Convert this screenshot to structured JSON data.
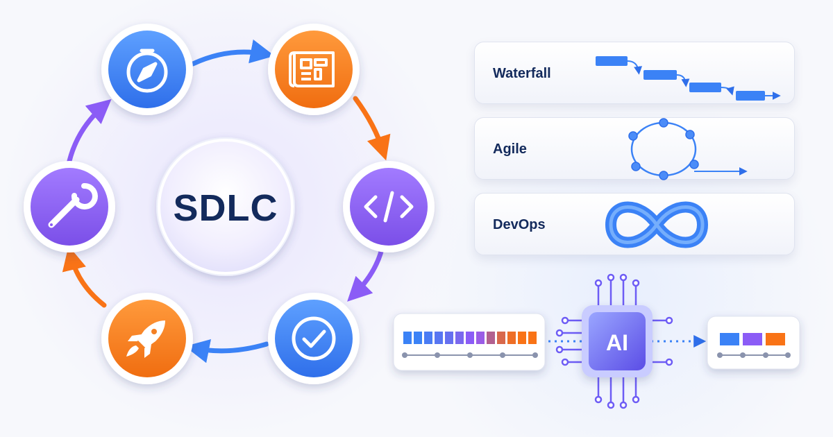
{
  "center": {
    "label": "SDLC"
  },
  "cycle": {
    "stages": [
      {
        "icon": "compass-icon",
        "color": "#3b82f6"
      },
      {
        "icon": "blueprint-icon",
        "color": "#f97316"
      },
      {
        "icon": "code-icon",
        "color": "#8b5cf6"
      },
      {
        "icon": "checkmark-icon",
        "color": "#3b82f6"
      },
      {
        "icon": "rocket-icon",
        "color": "#f97316"
      },
      {
        "icon": "wrench-icon",
        "color": "#8b5cf6"
      }
    ]
  },
  "methodologies": [
    {
      "label": "Waterfall",
      "icon": "waterfall-steps-icon"
    },
    {
      "label": "Agile",
      "icon": "agile-loop-icon"
    },
    {
      "label": "DevOps",
      "icon": "infinity-loop-icon"
    }
  ],
  "ai": {
    "label": "AI",
    "chip_color": "#6d5cf5"
  },
  "colors": {
    "blue": "#3b82f6",
    "orange": "#f97316",
    "purple": "#8b5cf6",
    "navy": "#132a5c"
  }
}
